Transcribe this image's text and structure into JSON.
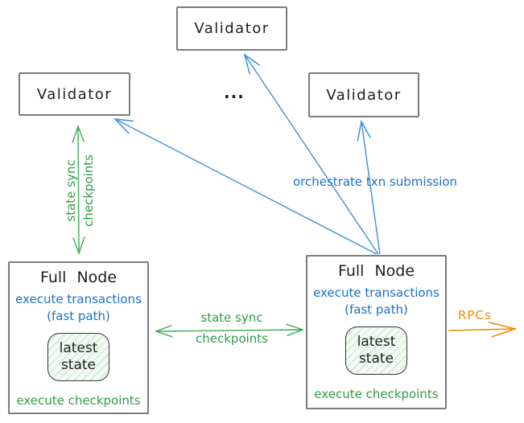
{
  "diagram": {
    "validator_top": {
      "label": "Validator"
    },
    "validator_left": {
      "label": "Validator"
    },
    "validator_right": {
      "label": "Validator"
    },
    "ellipsis": "...",
    "full_node_left": {
      "title": "Full Node",
      "line1": "execute transactions",
      "line2": "(fast path)",
      "state_line1": "latest",
      "state_line2": "state",
      "footer": "execute checkpoints"
    },
    "full_node_right": {
      "title": "Full Node",
      "line1": "execute transactions",
      "line2": "(fast path)",
      "state_line1": "latest",
      "state_line2": "state",
      "footer": "execute checkpoints"
    },
    "edge_labels": {
      "vertical_line1": "state sync",
      "vertical_line2": "checkpoints",
      "horizontal_line1": "state sync",
      "horizontal_line2": "checkpoints",
      "orchestrate": "orchestrate txn submission",
      "rpcs": "RPCs"
    },
    "colors": {
      "text_black": "#1e1e1e",
      "blue_text": "#1a70c7",
      "blue_line": "#3a8fe0",
      "green_text": "#2f9e44",
      "green_line": "#41ab57",
      "orange": "#f08c00",
      "box_border": "#7b7b7b"
    }
  }
}
